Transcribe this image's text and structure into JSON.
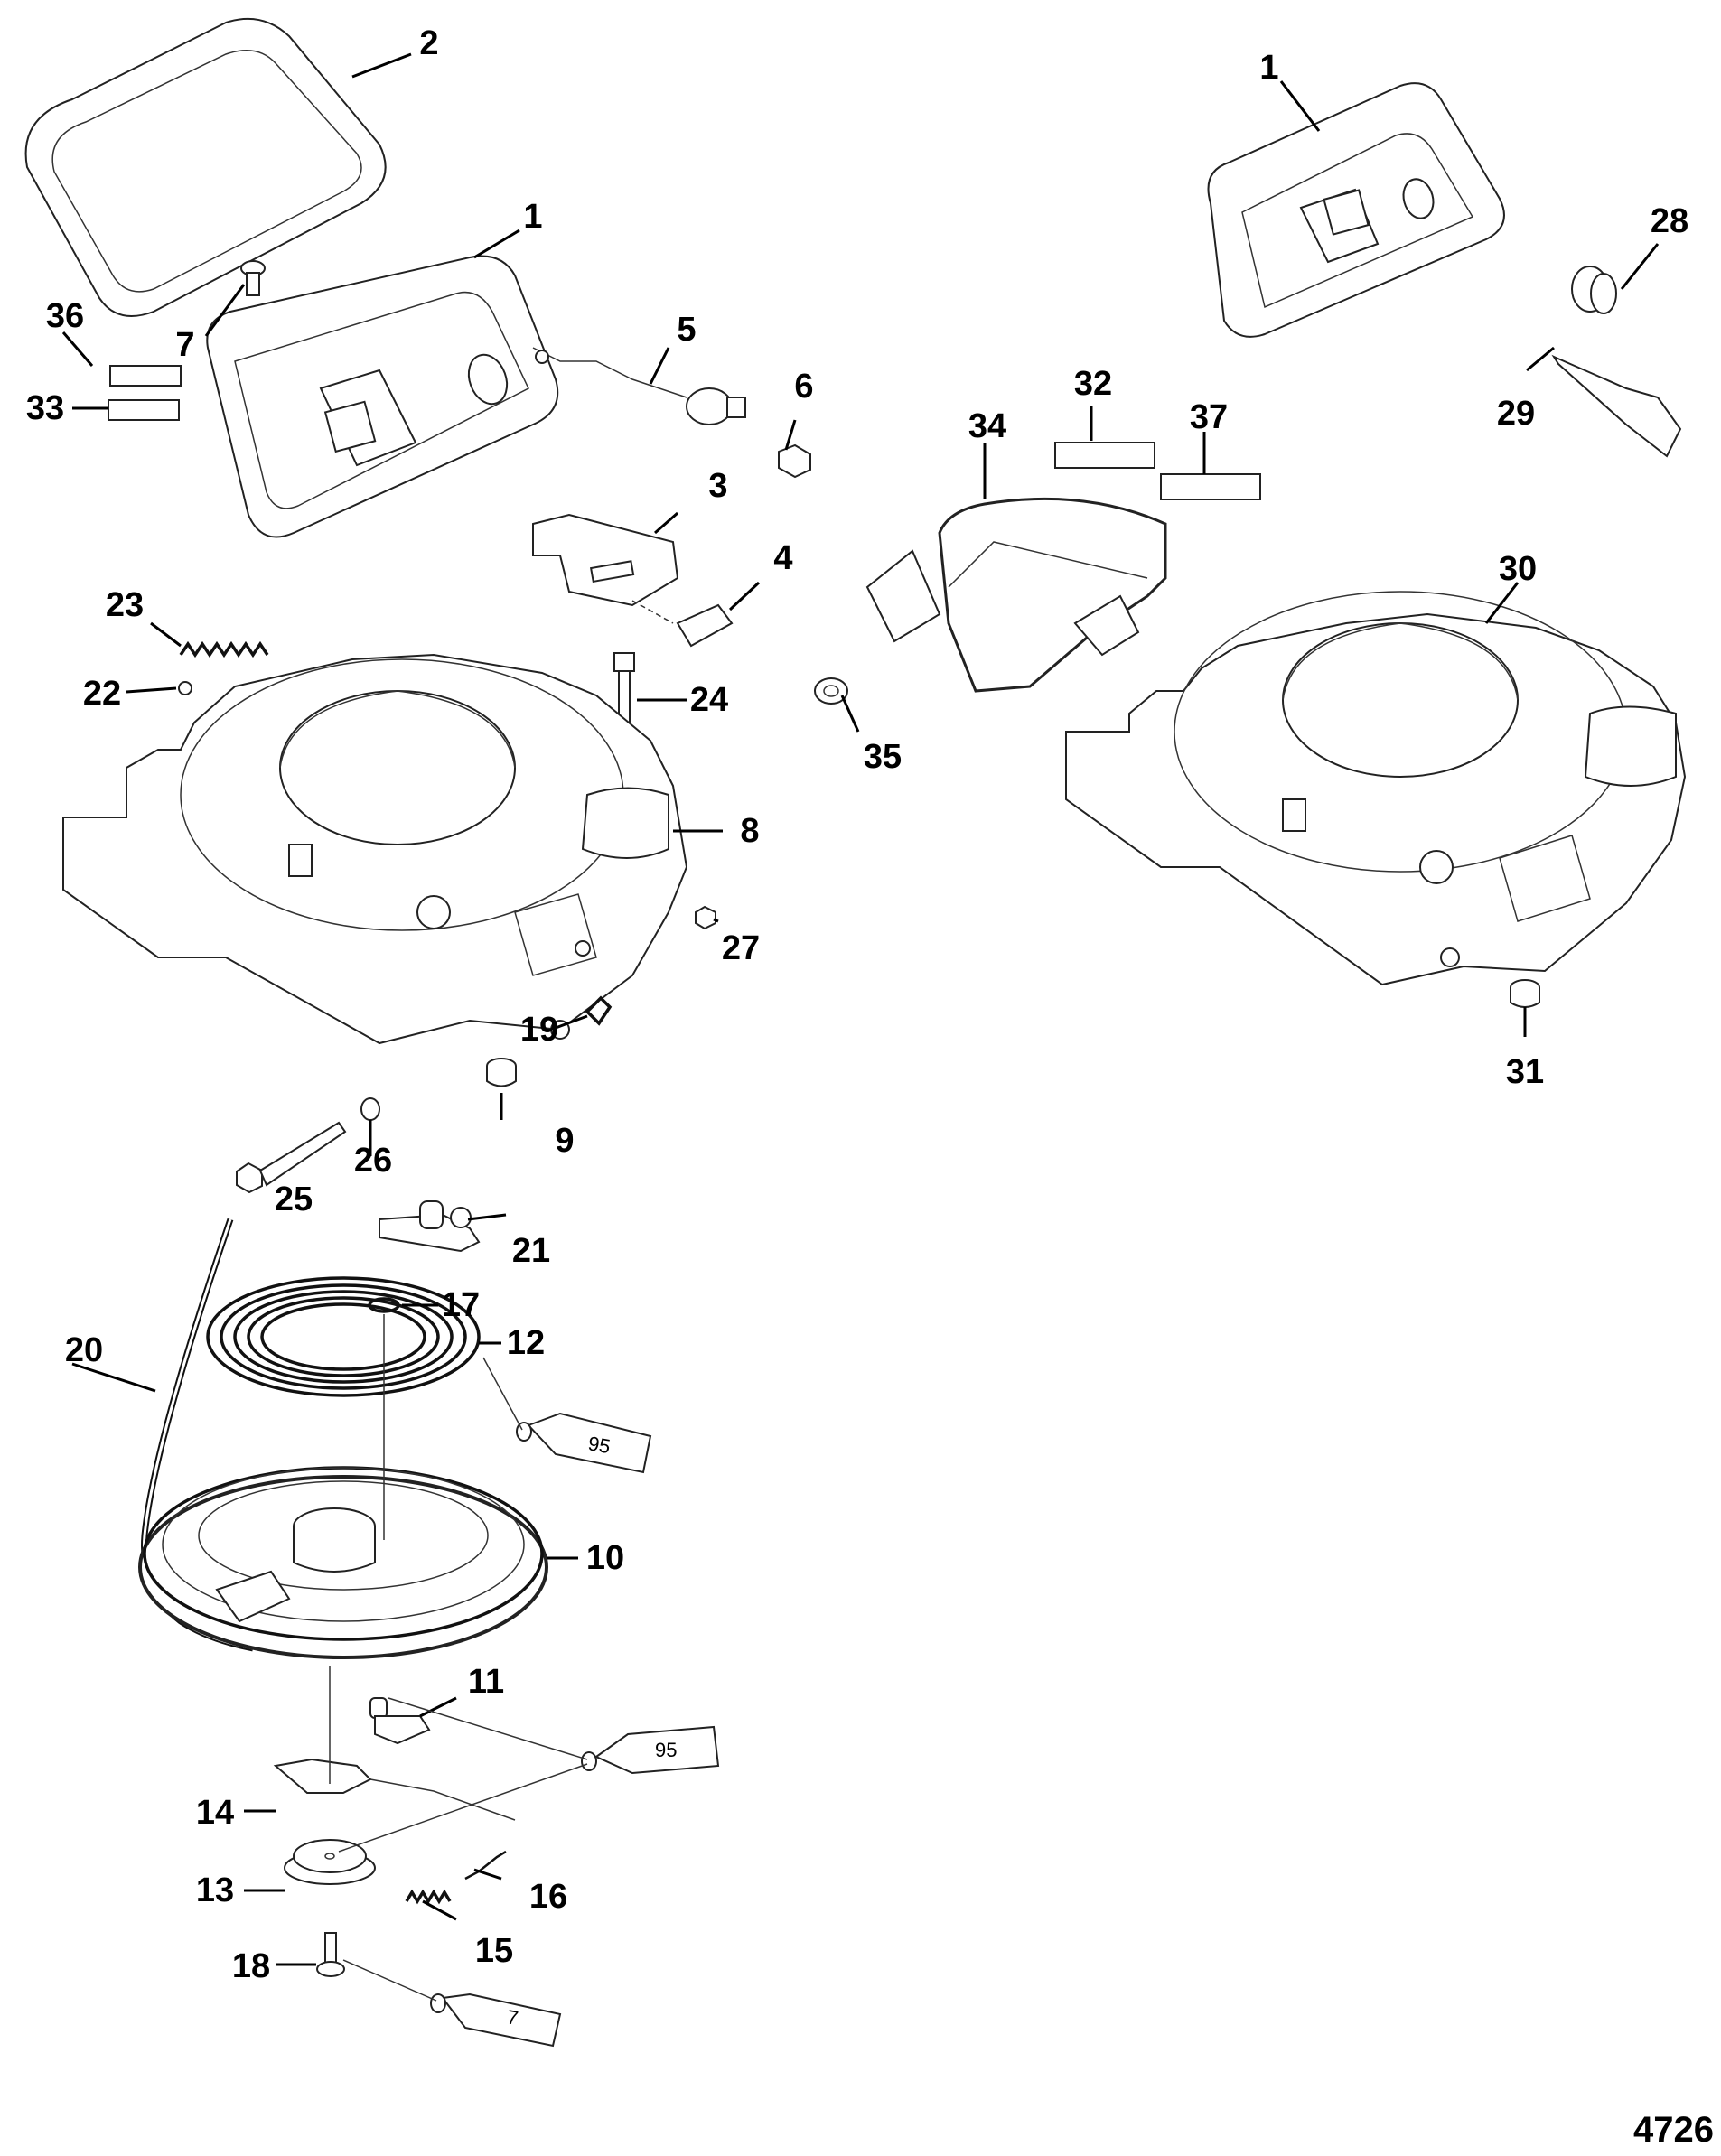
{
  "figure": {
    "title": "Recoil starter exploded parts diagram",
    "figure_number": "4726"
  },
  "callouts": [
    {
      "id": "c2",
      "label": "2"
    },
    {
      "id": "c1a",
      "label": "1"
    },
    {
      "id": "c1b",
      "label": "1"
    },
    {
      "id": "c7",
      "label": "7"
    },
    {
      "id": "c36",
      "label": "36"
    },
    {
      "id": "c33",
      "label": "33"
    },
    {
      "id": "c5",
      "label": "5"
    },
    {
      "id": "c6",
      "label": "6"
    },
    {
      "id": "c3",
      "label": "3"
    },
    {
      "id": "c4",
      "label": "4"
    },
    {
      "id": "c23",
      "label": "23"
    },
    {
      "id": "c22",
      "label": "22"
    },
    {
      "id": "c24",
      "label": "24"
    },
    {
      "id": "c8",
      "label": "8"
    },
    {
      "id": "c27",
      "label": "27"
    },
    {
      "id": "c19",
      "label": "19"
    },
    {
      "id": "c9",
      "label": "9"
    },
    {
      "id": "c26",
      "label": "26"
    },
    {
      "id": "c25",
      "label": "25"
    },
    {
      "id": "c28",
      "label": "28"
    },
    {
      "id": "c29",
      "label": "29"
    },
    {
      "id": "c32",
      "label": "32"
    },
    {
      "id": "c37",
      "label": "37"
    },
    {
      "id": "c34",
      "label": "34"
    },
    {
      "id": "c35",
      "label": "35"
    },
    {
      "id": "c30",
      "label": "30"
    },
    {
      "id": "c31",
      "label": "31"
    },
    {
      "id": "c21",
      "label": "21"
    },
    {
      "id": "c12",
      "label": "12"
    },
    {
      "id": "c20",
      "label": "20"
    },
    {
      "id": "c17",
      "label": "17"
    },
    {
      "id": "c10",
      "label": "10"
    },
    {
      "id": "c11",
      "label": "11"
    },
    {
      "id": "c14",
      "label": "14"
    },
    {
      "id": "c16",
      "label": "16"
    },
    {
      "id": "c13",
      "label": "13"
    },
    {
      "id": "c15",
      "label": "15"
    },
    {
      "id": "c18",
      "label": "18"
    }
  ],
  "lubricant_tubes": [
    {
      "id": "tube-a",
      "label": "95"
    },
    {
      "id": "tube-b",
      "label": "95"
    },
    {
      "id": "tube-c",
      "label": "7"
    }
  ]
}
